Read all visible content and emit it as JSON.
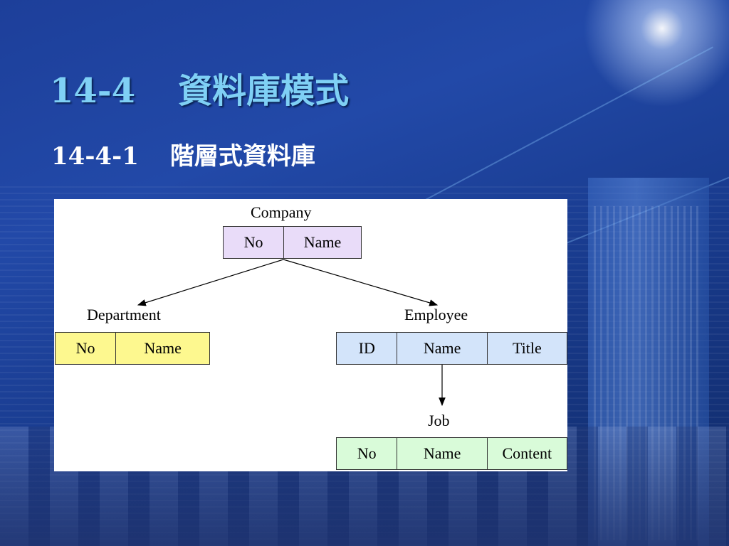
{
  "slide": {
    "title_number": "14-4",
    "title_text": "資料庫模式",
    "subtitle_number": "14-4-1",
    "subtitle_text": "階層式資料庫"
  },
  "diagram": {
    "company": {
      "label": "Company",
      "fields": [
        "No",
        "Name"
      ]
    },
    "department": {
      "label": "Department",
      "fields": [
        "No",
        "Name"
      ]
    },
    "employee": {
      "label": "Employee",
      "fields": [
        "ID",
        "Name",
        "Title"
      ]
    },
    "job": {
      "label": "Job",
      "fields": [
        "No",
        "Name",
        "Content"
      ]
    },
    "colors": {
      "company": "#e9dcf9",
      "department": "#fdf88f",
      "employee": "#d3e4fa",
      "job": "#d9fbd9"
    }
  }
}
